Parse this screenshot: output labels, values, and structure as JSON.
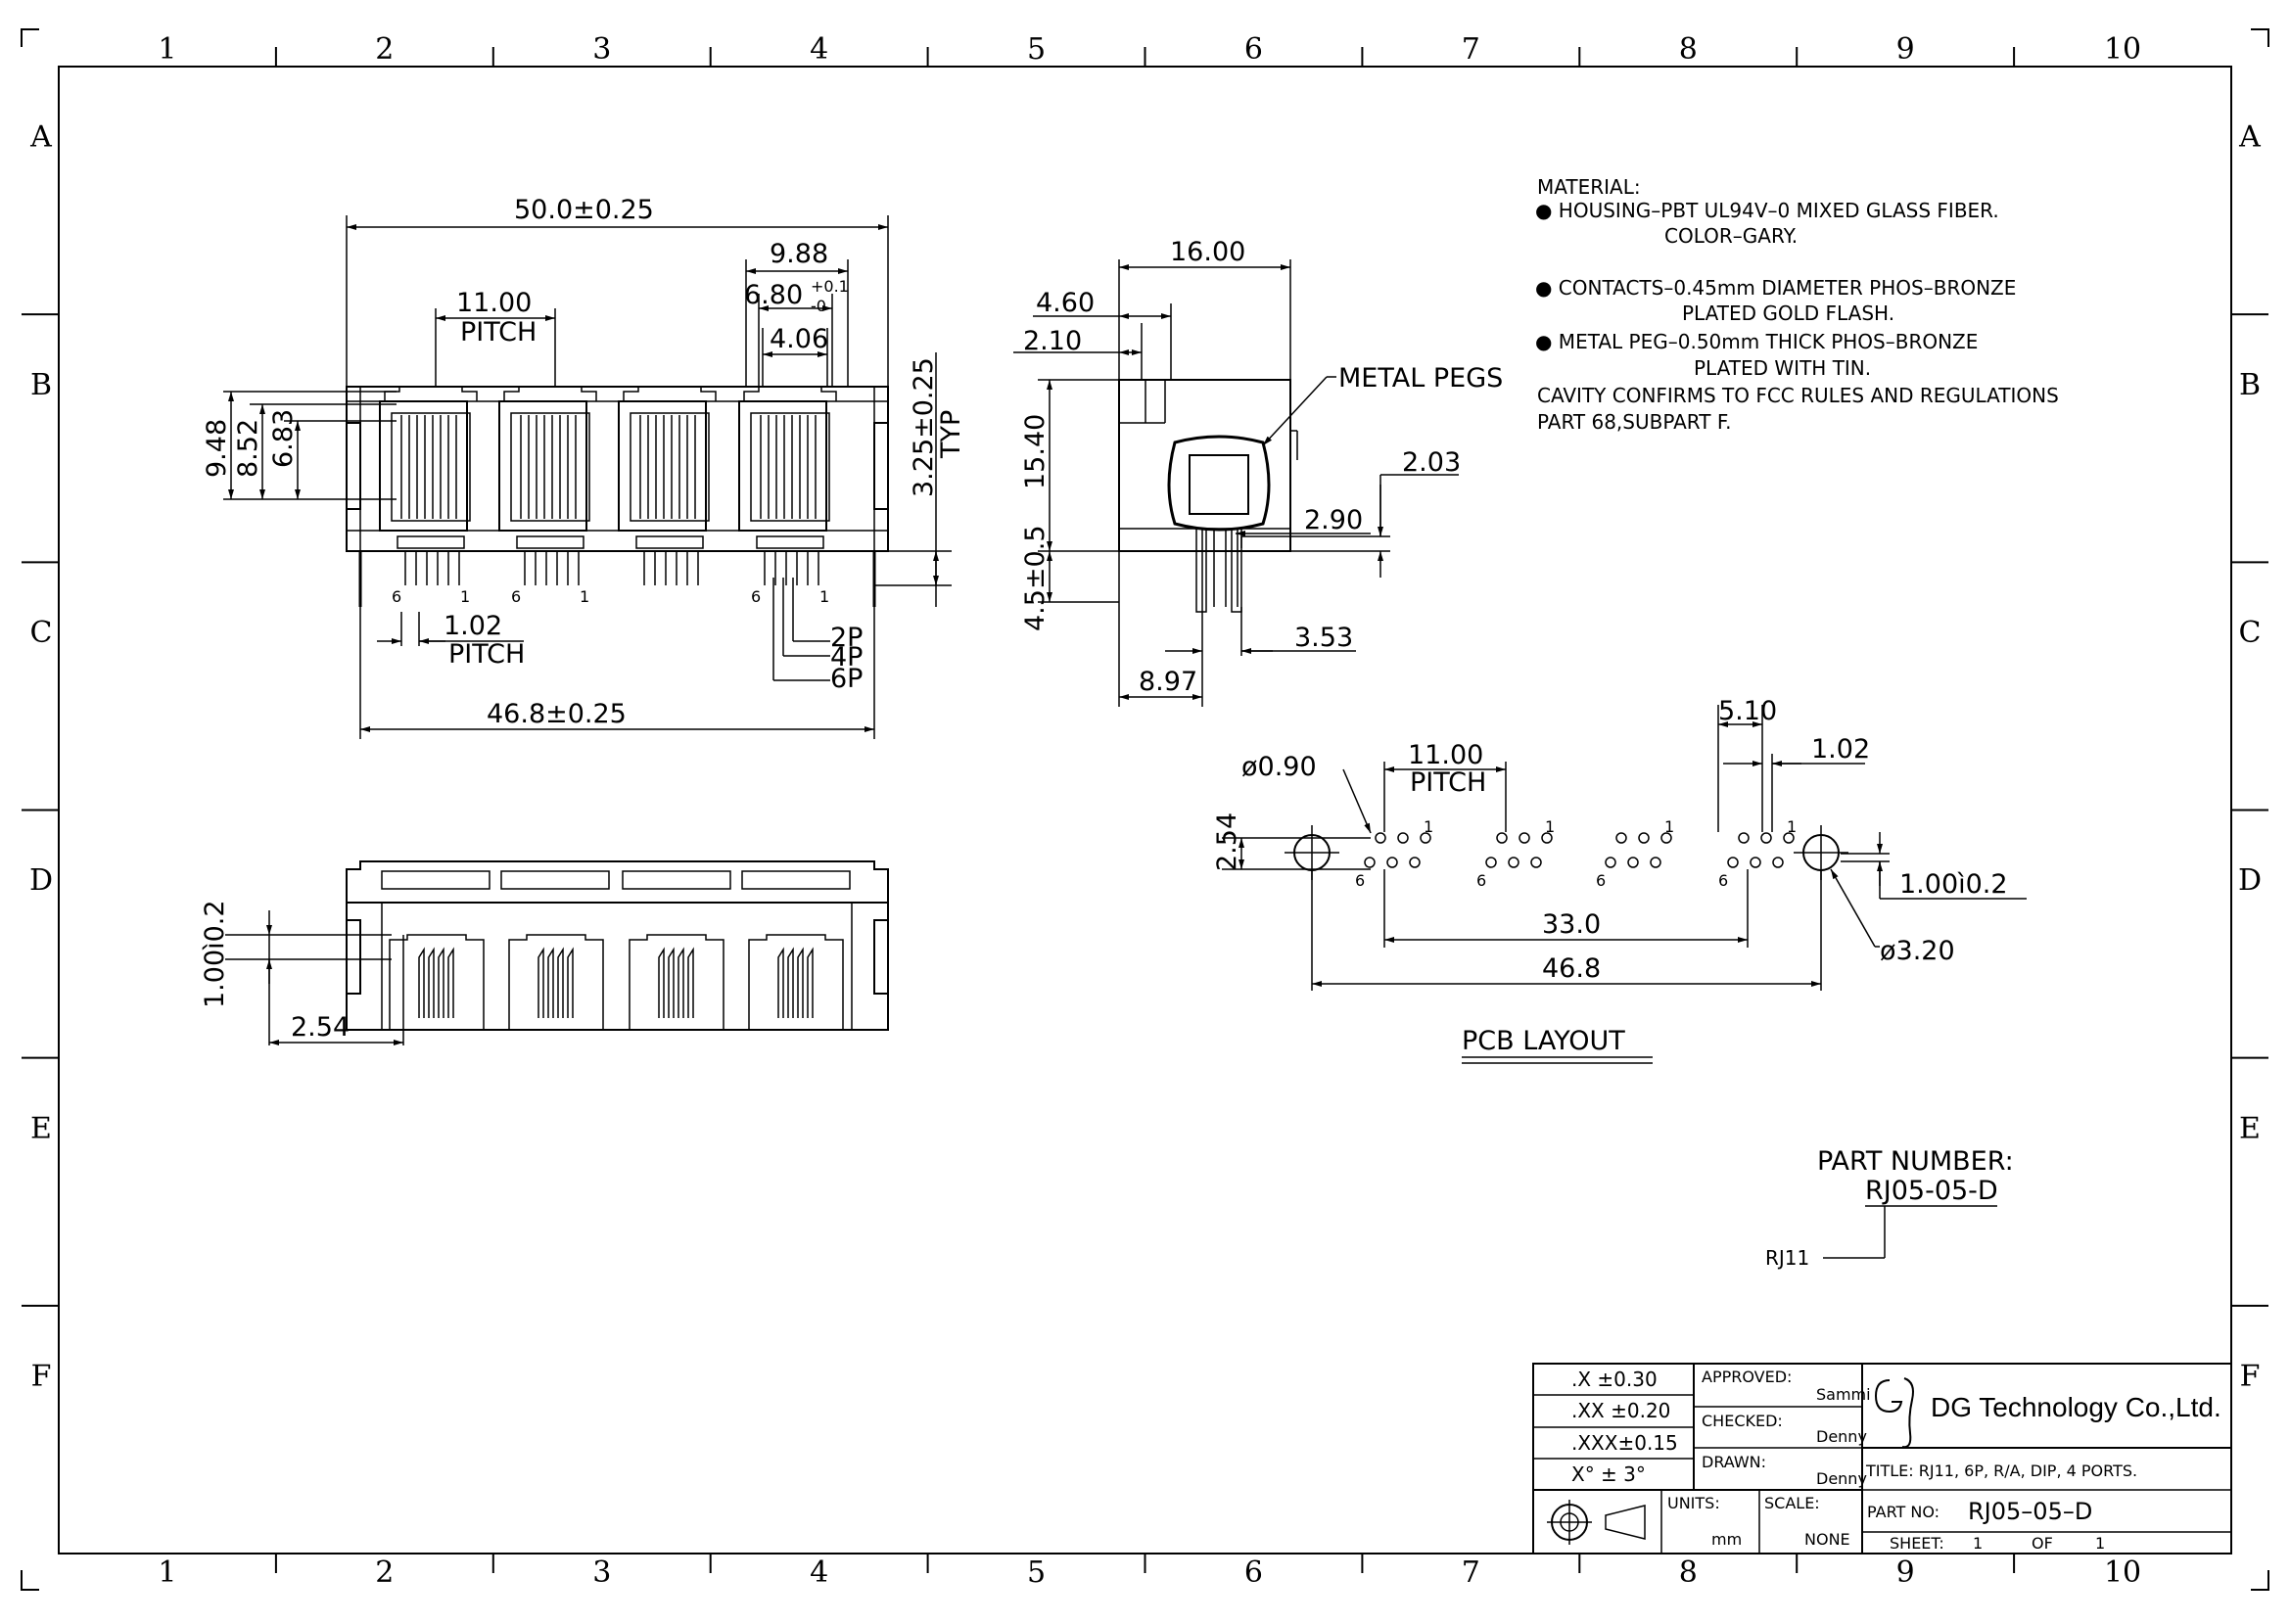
{
  "border": {
    "columns": [
      "1",
      "2",
      "3",
      "4",
      "5",
      "6",
      "7",
      "8",
      "9",
      "10"
    ],
    "rows": [
      "A",
      "B",
      "C",
      "D",
      "E",
      "F"
    ]
  },
  "front_view": {
    "width_overall": "50.0±0.25",
    "width_module": "9.88",
    "jack_opening_tol_main": "6.80",
    "jack_opening_tol_upper": "+0.1",
    "jack_opening_tol_lower": "-0",
    "jack_inner": "4.06",
    "pitch_value": "11.00",
    "pitch_label": "PITCH",
    "height_1": "9.48",
    "height_2": "8.52",
    "height_3": "6.83",
    "pin_offset": "3.25±0.25",
    "pin_offset_note": "TYP",
    "pin_pitch_value": "1.02",
    "pin_pitch_label": "PITCH",
    "peg_span": "46.8±0.25",
    "pin_label_6": "6",
    "pin_label_1": "1",
    "variant_2p": "2P",
    "variant_4p": "4P",
    "variant_6p": "6P"
  },
  "side_view": {
    "depth": "16.00",
    "dim_460": "4.60",
    "dim_210": "2.10",
    "height": "15.40",
    "pin_length": "4.5±0.5",
    "metal_pegs_label": "METAL PEGS",
    "dim_203": "2.03",
    "dim_290": "2.90",
    "dim_353": "3.53",
    "dim_897": "8.97"
  },
  "bottom_view": {
    "tol": "1.00ì0.2",
    "dim_254": "2.54"
  },
  "notes": {
    "heading": "MATERIAL:",
    "lines": [
      "● HOUSING–PBT UL94V–0 MIXED GLASS FIBER.",
      "COLOR–GARY.",
      "● CONTACTS–0.45mm DIAMETER PHOS–BRONZE",
      "PLATED GOLD FLASH.",
      "● METAL PEG–0.50mm THICK PHOS–BRONZE",
      "PLATED WITH TIN.",
      "CAVITY CONFIRMS TO FCC RULES AND REGULATIONS",
      "PART 68,SUBPART F."
    ]
  },
  "pcb_layout": {
    "title": "PCB LAYOUT",
    "hole_dia": "ø0.90",
    "pitch_value": "11.00",
    "pitch_label": "PITCH",
    "dim_510": "5.10",
    "dim_102": "1.02",
    "dim_254": "2.54",
    "tol": "1.00ì0.2",
    "dim_330": "33.0",
    "dim_468": "46.8",
    "peg_dia": "ø3.20",
    "pin_label_1": "1",
    "pin_label_6": "6"
  },
  "part_number": {
    "label": "PART NUMBER:",
    "value": "RJ05-05-D",
    "callout": "RJ11"
  },
  "title_block": {
    "tol_x": ".X   ±0.30",
    "tol_xx": ".XX  ±0.20",
    "tol_xxx": ".XXX±0.15",
    "tol_angle": "X°  ±  3°",
    "approved_label": "APPROVED:",
    "approved_name": "Sammi",
    "checked_label": "CHECKED:",
    "checked_name": "Denny",
    "drawn_label": "DRAWN:",
    "drawn_name": "Denny",
    "units_label": "UNITS:",
    "units_value": "mm",
    "scale_label": "SCALE:",
    "scale_value": "NONE",
    "company": "DG Technology Co.,Ltd.",
    "title": "TITLE: RJ11,  6P,  R/A,  DIP,  4  PORTS.",
    "part_no_label": "PART  NO:",
    "part_no_value": "RJ05–05–D",
    "sheet_label": "SHEET:",
    "sheet_no": "1",
    "of_label": "OF",
    "sheet_total": "1"
  }
}
